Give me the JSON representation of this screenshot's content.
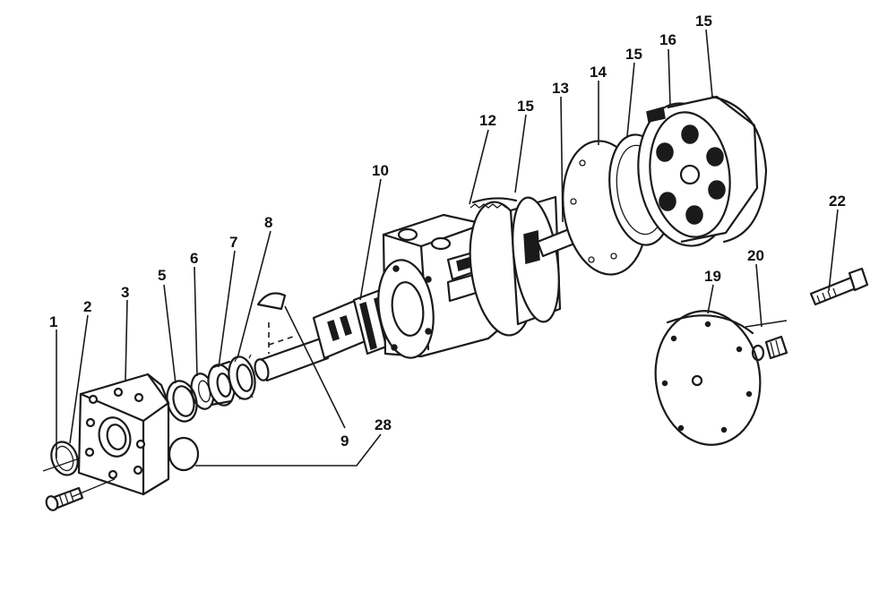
{
  "callouts": [
    {
      "id": "c1",
      "label": "1"
    },
    {
      "id": "c2",
      "label": "2"
    },
    {
      "id": "c3",
      "label": "3"
    },
    {
      "id": "c5",
      "label": "5"
    },
    {
      "id": "c6",
      "label": "6"
    },
    {
      "id": "c7",
      "label": "7"
    },
    {
      "id": "c8",
      "label": "8"
    },
    {
      "id": "c9",
      "label": "9"
    },
    {
      "id": "c10",
      "label": "10"
    },
    {
      "id": "c12",
      "label": "12"
    },
    {
      "id": "c15a",
      "label": "15"
    },
    {
      "id": "c13",
      "label": "13"
    },
    {
      "id": "c14",
      "label": "14"
    },
    {
      "id": "c15b",
      "label": "15"
    },
    {
      "id": "c16",
      "label": "16"
    },
    {
      "id": "c15c",
      "label": "15"
    },
    {
      "id": "c19",
      "label": "19"
    },
    {
      "id": "c20",
      "label": "20"
    },
    {
      "id": "c22",
      "label": "22"
    },
    {
      "id": "c28",
      "label": "28"
    }
  ]
}
